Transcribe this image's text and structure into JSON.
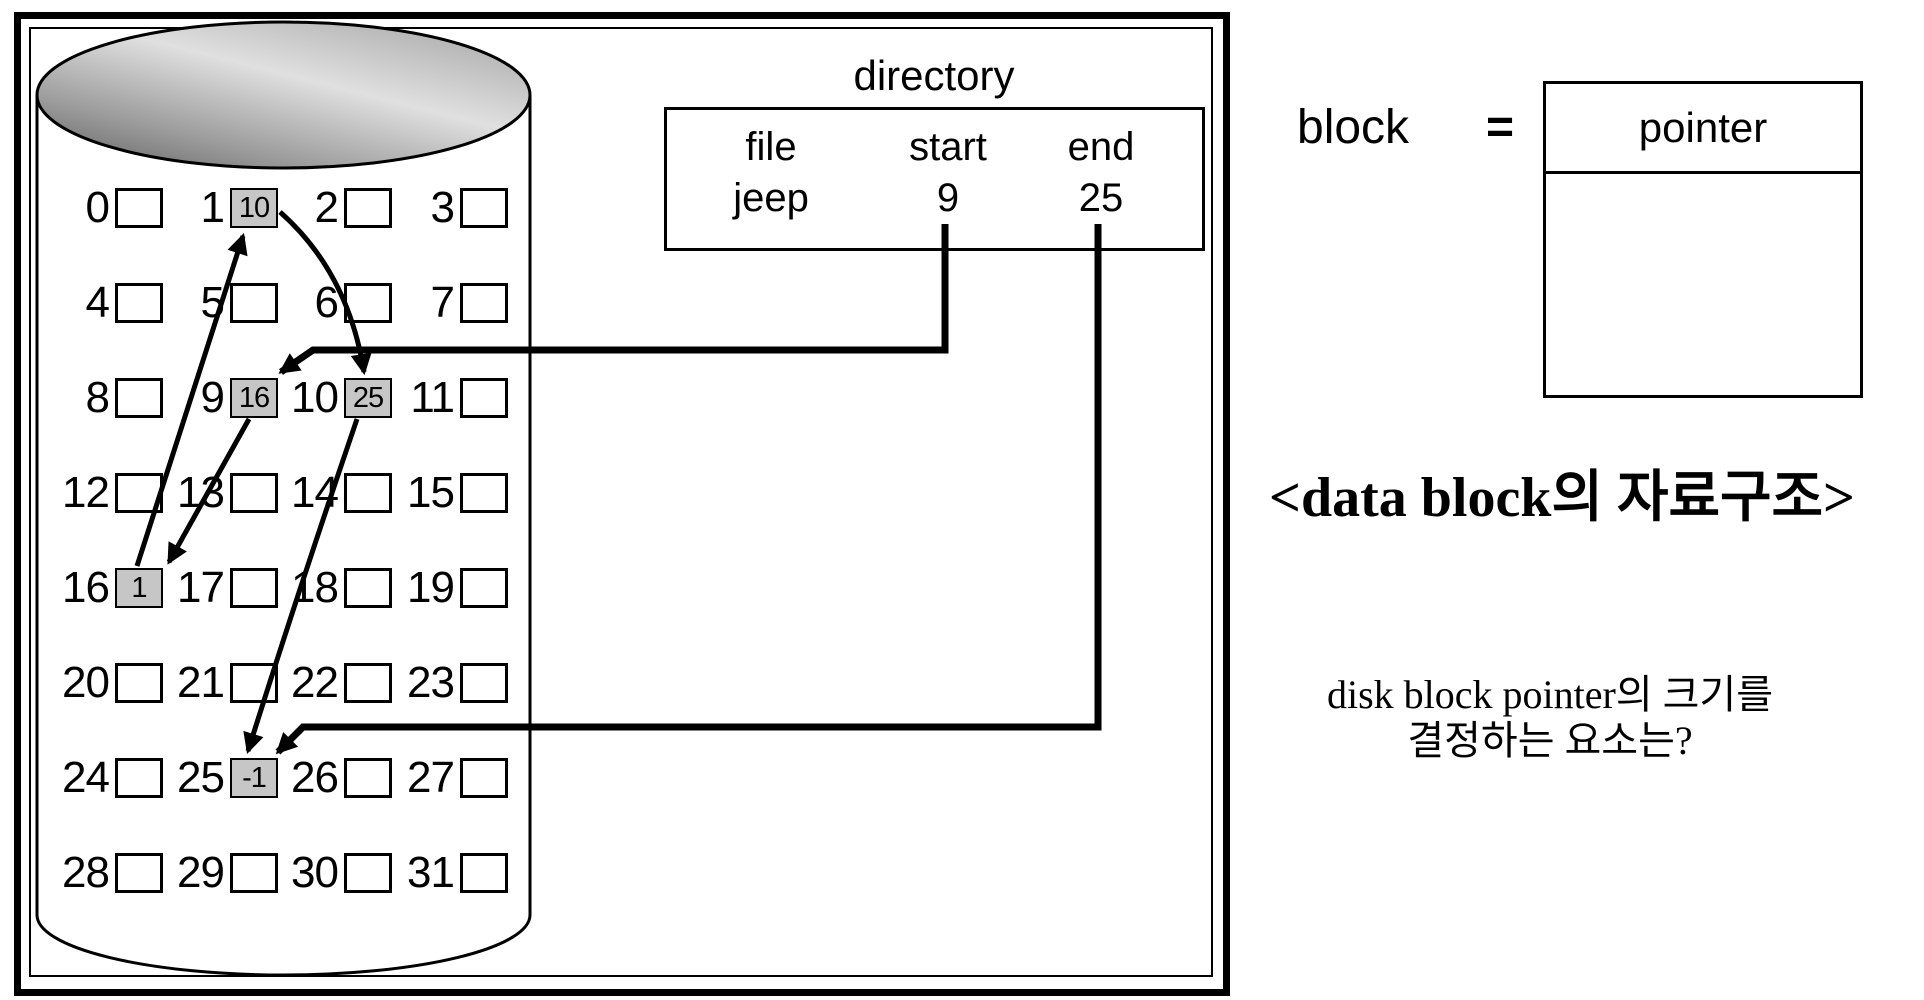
{
  "directory": {
    "title": "directory",
    "headers": {
      "file": "file",
      "start": "start",
      "end": "end"
    },
    "rows": [
      {
        "file": "jeep",
        "start": "9",
        "end": "25"
      }
    ]
  },
  "blocks": [
    {
      "label": "0"
    },
    {
      "label": "1",
      "value": "10"
    },
    {
      "label": "2"
    },
    {
      "label": "3"
    },
    {
      "label": "4"
    },
    {
      "label": "5"
    },
    {
      "label": "6"
    },
    {
      "label": "7"
    },
    {
      "label": "8"
    },
    {
      "label": "9",
      "value": "16"
    },
    {
      "label": "10",
      "value": "25"
    },
    {
      "label": "11"
    },
    {
      "label": "12"
    },
    {
      "label": "13"
    },
    {
      "label": "14"
    },
    {
      "label": "15"
    },
    {
      "label": "16",
      "value": "1"
    },
    {
      "label": "17"
    },
    {
      "label": "18"
    },
    {
      "label": "19"
    },
    {
      "label": "20"
    },
    {
      "label": "21"
    },
    {
      "label": "22"
    },
    {
      "label": "23"
    },
    {
      "label": "24"
    },
    {
      "label": "25",
      "value": "-1"
    },
    {
      "label": "26"
    },
    {
      "label": "27"
    },
    {
      "label": "28"
    },
    {
      "label": "29"
    },
    {
      "label": "30"
    },
    {
      "label": "31"
    }
  ],
  "right_panel": {
    "block_label": "block",
    "equals_sign": "=",
    "pointer_label": "pointer",
    "data_struct_caption": "<data block의 자료구조>",
    "question_line1": "disk block pointer의 크기를",
    "question_line2": "결정하는 요소는?"
  },
  "colors": {
    "line": "#000000",
    "filled_block": "#c6c6c6",
    "cylinder_dark": "#5e5e5e",
    "cylinder_light": "#e0e0e0"
  }
}
